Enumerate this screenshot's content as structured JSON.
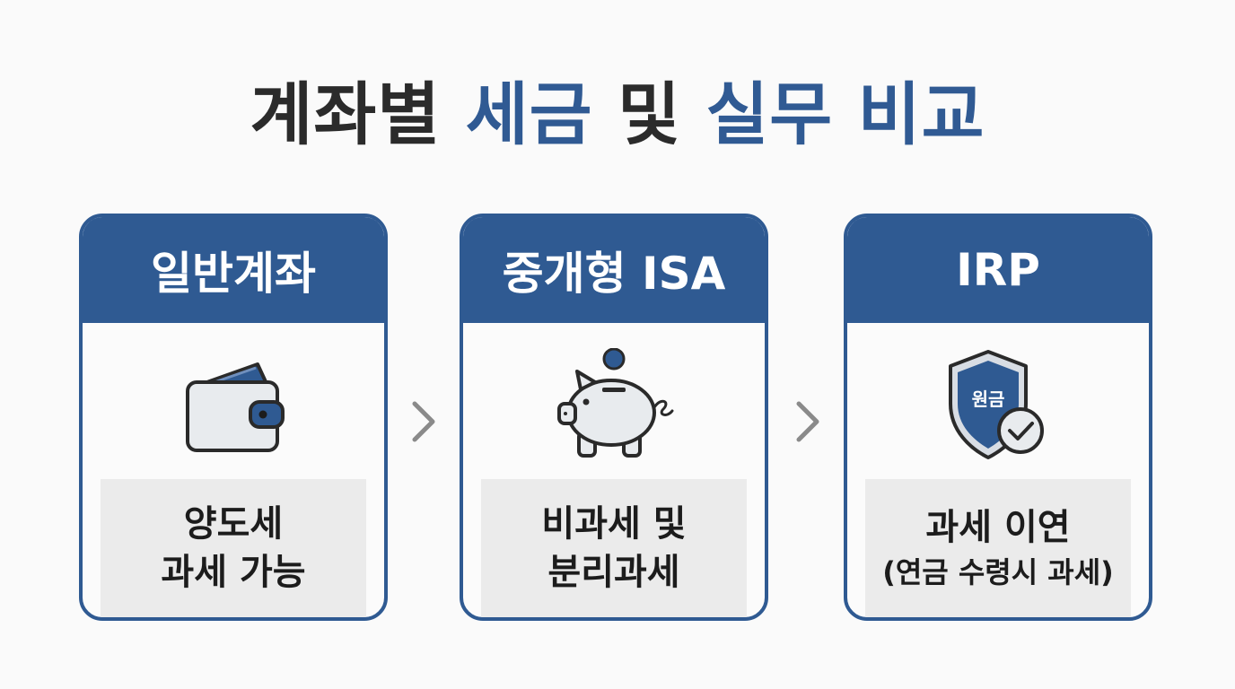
{
  "title": {
    "part1": "계좌별",
    "part2": "세금",
    "part3": "및",
    "part4": "실무 비교"
  },
  "colors": {
    "primary_blue": "#2f5a92",
    "title_dark": "#2b2b2b",
    "text_box_bg": "#ebebeb",
    "chevron_gray": "#8a8a8a"
  },
  "cards": [
    {
      "header": "일반계좌",
      "icon": "wallet-icon",
      "lines": [
        "양도세",
        "과세 가능"
      ]
    },
    {
      "header": "중개형 ISA",
      "icon": "piggy-bank-icon",
      "lines": [
        "비과세 및",
        "분리과세"
      ]
    },
    {
      "header": "IRP",
      "icon": "shield-check-icon",
      "icon_label": "원금",
      "lines": [
        "과세 이연",
        "(연금 수령시 과세)"
      ]
    }
  ],
  "connectors": [
    "chevron-right-icon",
    "chevron-right-icon"
  ]
}
